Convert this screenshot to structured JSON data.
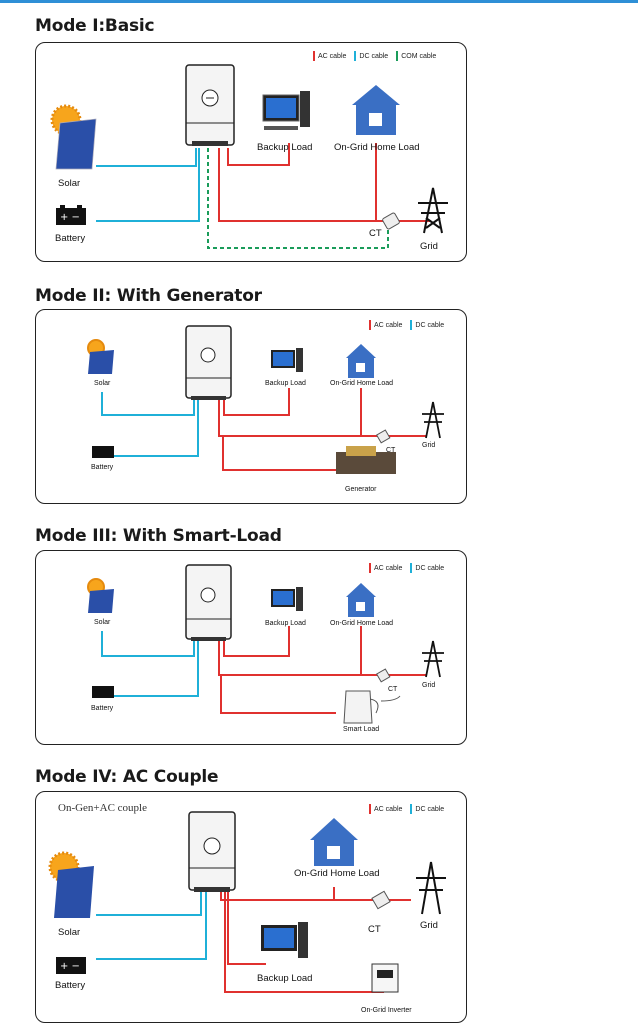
{
  "colors": {
    "ac_cable": "#e0312f",
    "dc_cable": "#1fb0d8",
    "com_cable": "#1a9c5a",
    "accent_bar": "#2e8fd6",
    "house": "#3a6fc4"
  },
  "modes": [
    {
      "title": "Mode I:Basic",
      "legend": [
        "AC cable",
        "DC cable",
        "COM cable"
      ],
      "labels": {
        "solar": "Solar",
        "battery": "Battery",
        "backup": "Backup Load",
        "home": "On-Grid Home Load",
        "ct": "CT",
        "grid": "Grid"
      }
    },
    {
      "title": "Mode II: With Generator",
      "legend": [
        "AC cable",
        "DC cable"
      ],
      "labels": {
        "solar": "Solar",
        "battery": "Battery",
        "backup": "Backup Load",
        "home": "On-Grid Home Load",
        "ct": "CT",
        "grid": "Grid",
        "generator": "Generator"
      }
    },
    {
      "title": "Mode III: With Smart-Load",
      "legend": [
        "AC cable",
        "DC cable"
      ],
      "labels": {
        "solar": "Solar",
        "battery": "Battery",
        "backup": "Backup Load",
        "home": "On-Grid Home Load",
        "ct": "CT",
        "grid": "Grid",
        "smart": "Smart Load"
      }
    },
    {
      "title": "Mode IV: AC Couple",
      "note": "On-Gen+AC couple",
      "legend": [
        "AC cable",
        "DC cable"
      ],
      "labels": {
        "solar": "Solar",
        "battery": "Battery",
        "backup": "Backup Load",
        "home": "On-Grid Home Load",
        "ct": "CT",
        "grid": "Grid",
        "ongrid_inv": "On-Grid Inverter"
      }
    }
  ]
}
